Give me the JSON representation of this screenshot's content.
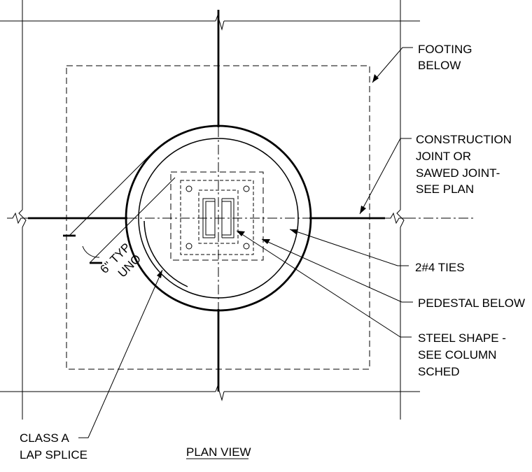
{
  "drawing": {
    "title": "PLAN VIEW",
    "callouts": {
      "footing": [
        "FOOTING",
        "BELOW"
      ],
      "joint": [
        "CONSTRUCTION",
        "JOINT OR",
        "SAWED JOINT-",
        "SEE PLAN"
      ],
      "ties": "2#4 TIES",
      "pedestal": "PEDESTAL BELOW",
      "steel": [
        "STEEL SHAPE -",
        "SEE COLUMN",
        "SCHED"
      ],
      "lap": [
        "CLASS A",
        "LAP SPLICE"
      ],
      "dim": [
        "6\" TYP",
        "UNO"
      ]
    }
  }
}
